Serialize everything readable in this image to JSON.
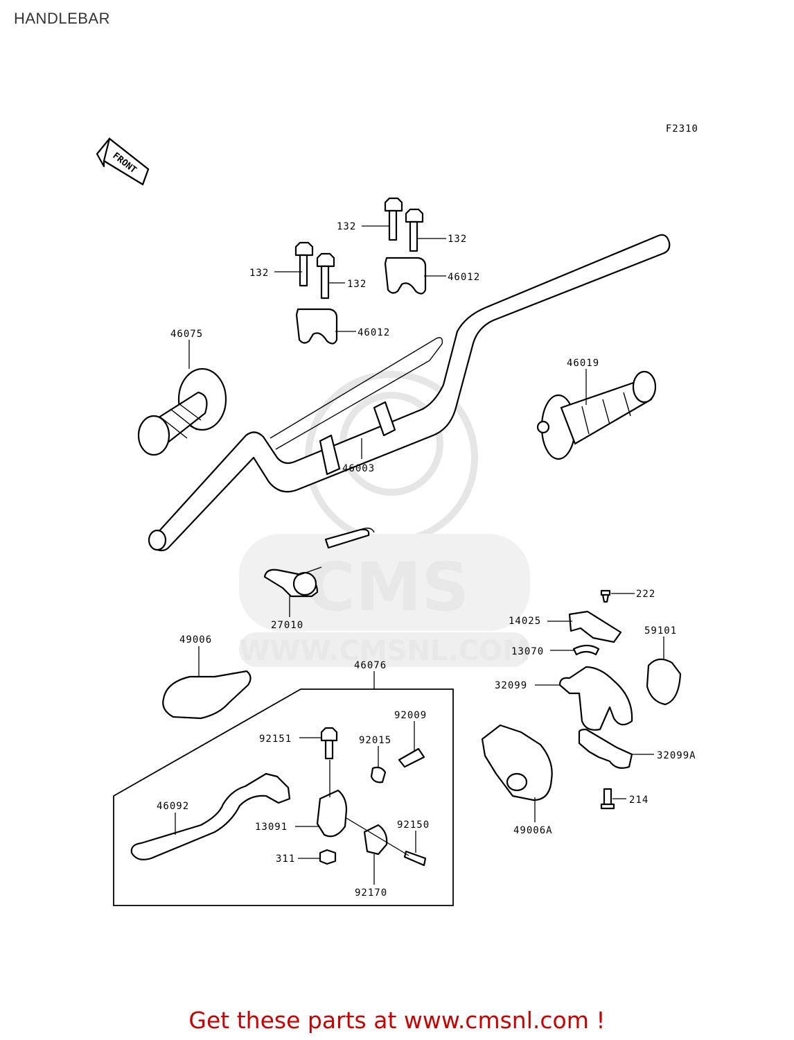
{
  "page": {
    "title": "HANDLEBAR"
  },
  "diagram": {
    "code": "F2310",
    "direction_label": "FRONT",
    "watermark": {
      "logo": "CMS",
      "url": "WWW.CMSNL.COM"
    },
    "callouts": [
      {
        "id": "c01",
        "text": "132"
      },
      {
        "id": "c02",
        "text": "132"
      },
      {
        "id": "c03",
        "text": "132"
      },
      {
        "id": "c04",
        "text": "132"
      },
      {
        "id": "c05",
        "text": "46012"
      },
      {
        "id": "c06",
        "text": "46012"
      },
      {
        "id": "c07",
        "text": "46075"
      },
      {
        "id": "c08",
        "text": "46019"
      },
      {
        "id": "c09",
        "text": "46003"
      },
      {
        "id": "c10",
        "text": "27010"
      },
      {
        "id": "c11",
        "text": "222"
      },
      {
        "id": "c12",
        "text": "14025"
      },
      {
        "id": "c13",
        "text": "59101"
      },
      {
        "id": "c14",
        "text": "13070"
      },
      {
        "id": "c15",
        "text": "49006"
      },
      {
        "id": "c16",
        "text": "46076"
      },
      {
        "id": "c17",
        "text": "32099"
      },
      {
        "id": "c18",
        "text": "92009"
      },
      {
        "id": "c19",
        "text": "92151"
      },
      {
        "id": "c20",
        "text": "92015"
      },
      {
        "id": "c21",
        "text": "32099A"
      },
      {
        "id": "c22",
        "text": "214"
      },
      {
        "id": "c23",
        "text": "46092"
      },
      {
        "id": "c24",
        "text": "13091"
      },
      {
        "id": "c25",
        "text": "92150"
      },
      {
        "id": "c26",
        "text": "49006A"
      },
      {
        "id": "c27",
        "text": "311"
      },
      {
        "id": "c28",
        "text": "92170"
      }
    ]
  },
  "footer": {
    "text": "Get these parts at www.cmsnl.com !"
  }
}
